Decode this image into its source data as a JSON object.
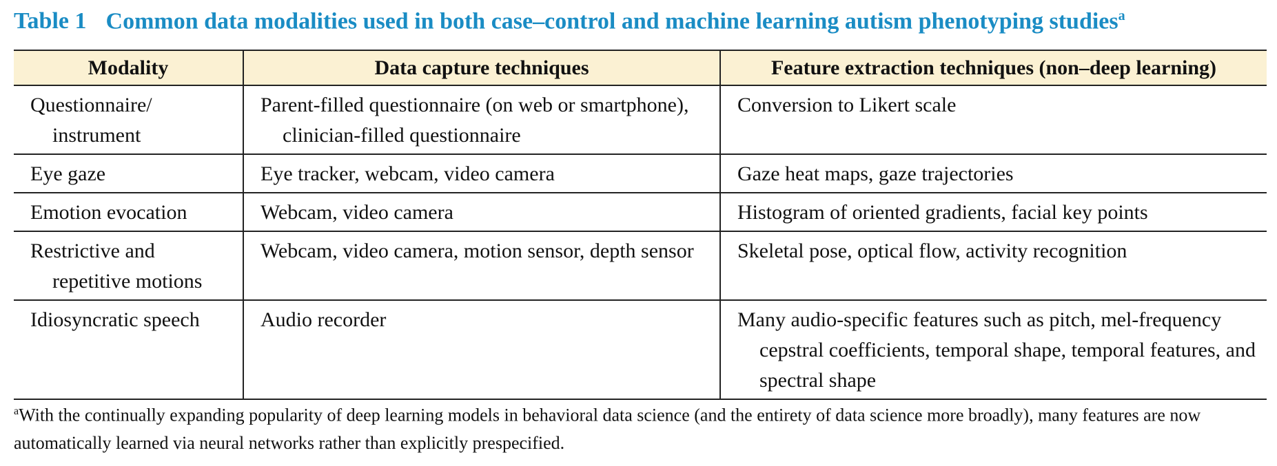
{
  "caption": {
    "label": "Table 1",
    "title": "Common data modalities used in both case–control and machine learning autism phenotyping studies",
    "mark": "a"
  },
  "table": {
    "headers": [
      "Modality",
      "Data capture techniques",
      "Feature extraction techniques (non–deep learning)"
    ],
    "rows": [
      [
        "Questionnaire/ instrument",
        "Parent-filled questionnaire (on web or smartphone), clinician-filled questionnaire",
        "Conversion to Likert scale"
      ],
      [
        "Eye gaze",
        "Eye tracker, webcam, video camera",
        "Gaze heat maps, gaze trajectories"
      ],
      [
        "Emotion evocation",
        "Webcam, video camera",
        "Histogram of oriented gradients, facial key points"
      ],
      [
        "Restrictive and repetitive motions",
        "Webcam, video camera, motion sensor, depth sensor",
        "Skeletal pose, optical flow, activity recognition"
      ],
      [
        "Idiosyncratic speech",
        "Audio recorder",
        "Many audio-specific features such as pitch, mel-frequency cepstral coefficients, temporal shape, temporal features, and spectral shape"
      ]
    ]
  },
  "footnote": {
    "mark": "a",
    "text": "With the continually expanding popularity of deep learning models in behavioral data science (and the entirety of data science more broadly), many features are now automatically learned via neural networks rather than explicitly prespecified."
  },
  "colors": {
    "caption": "#1a8cc4",
    "header_bg": "#fbf1d3"
  }
}
